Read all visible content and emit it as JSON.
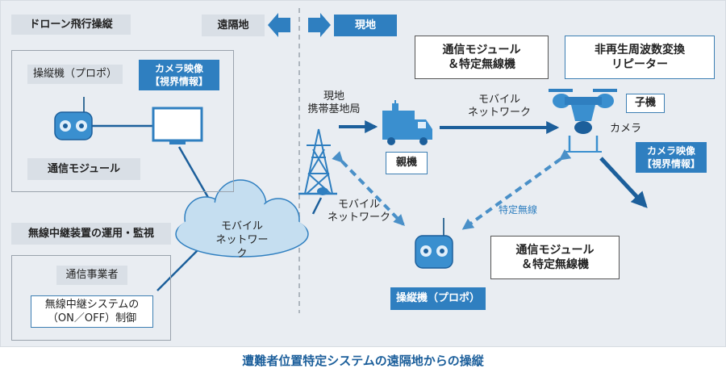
{
  "sections": {
    "drone_control": "ドローン飛行操縦",
    "relay_ops": "無線中継装置の運用・監視"
  },
  "locations": {
    "remote": "遠隔地",
    "local": "現地"
  },
  "left": {
    "controller_label": "操縦機（プロポ）",
    "camera_view": "カメラ映像\n【視界情報】",
    "comm_module": "通信モジュール",
    "operator": "通信事業者",
    "relay_control": "無線中継システムの\n（ON／OFF）制御"
  },
  "cloud": {
    "text": "モバイル\nネットワーク"
  },
  "right": {
    "base_station": "現地\n携帯基地局",
    "comm_radio_top": "通信モジュール\n＆特定無線機",
    "repeater": "非再生周波数変換\nリピーター",
    "mobile_net_top": "モバイル\nネットワーク",
    "parent": "親機",
    "child": "子機",
    "camera": "カメラ",
    "camera_view": "カメラ映像\n【視界情報】",
    "mobile_net_mid": "モバイル\nネットワーク",
    "specific_radio": "特定無線",
    "comm_radio_bottom": "通信モジュール\n＆特定無線機",
    "controller": "操縦機（プロポ）"
  },
  "caption": "遭難者位置特定システムの遠隔地からの操縦",
  "colors": {
    "accent": "#2f7fc0",
    "arrow_dark": "#1c5f9b",
    "arrow_dashed": "#4a90c8",
    "cloud": "#c5def0",
    "panel": "#e9edf2"
  }
}
